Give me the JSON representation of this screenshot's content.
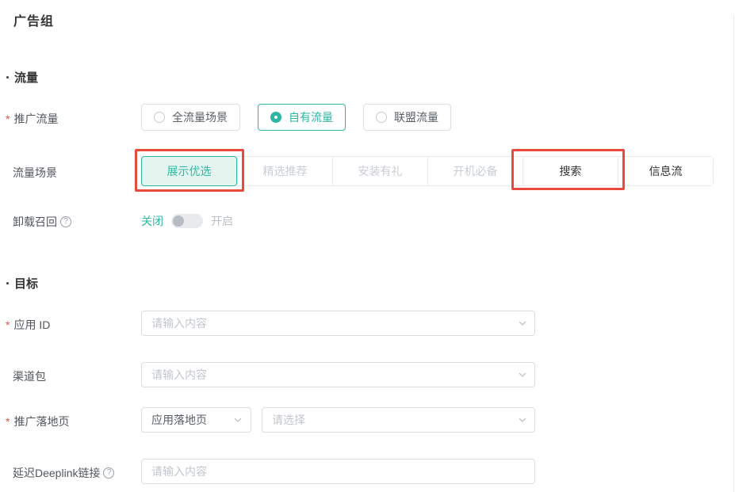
{
  "title": "广告组",
  "required_mark": "*",
  "help_glyph": "?",
  "colors": {
    "accent": "#2db7a3",
    "annotation_red": "#ea4a3b"
  },
  "traffic": {
    "bullet": "·",
    "header": "流量",
    "promo": {
      "label": "推广流量",
      "options": [
        {
          "label": "全流量场景",
          "selected": false
        },
        {
          "label": "自有流量",
          "selected": true
        },
        {
          "label": "联盟流量",
          "selected": false
        }
      ]
    },
    "scene": {
      "label": "流量场景",
      "options": [
        {
          "label": "展示优选",
          "state": "selected"
        },
        {
          "label": "精选推荐",
          "state": "disabled"
        },
        {
          "label": "安装有礼",
          "state": "disabled"
        },
        {
          "label": "开机必备",
          "state": "disabled"
        },
        {
          "label": "搜索",
          "state": "normal"
        },
        {
          "label": "信息流",
          "state": "normal"
        }
      ]
    },
    "uninstall": {
      "label": "卸载召回",
      "off_label": "关闭",
      "on_label": "开启",
      "state": "off"
    }
  },
  "target": {
    "bullet": "·",
    "header": "目标",
    "app_id": {
      "label": "应用 ID",
      "placeholder": "请输入内容",
      "required": true
    },
    "channel": {
      "label": "渠道包",
      "placeholder": "请输入内容",
      "required": false
    },
    "landing": {
      "label": "推广落地页",
      "type_value": "应用落地页",
      "placeholder": "请选择",
      "required": true
    },
    "deeplink": {
      "label": "延迟Deeplink链接",
      "placeholder": "请输入内容",
      "required": false
    }
  }
}
